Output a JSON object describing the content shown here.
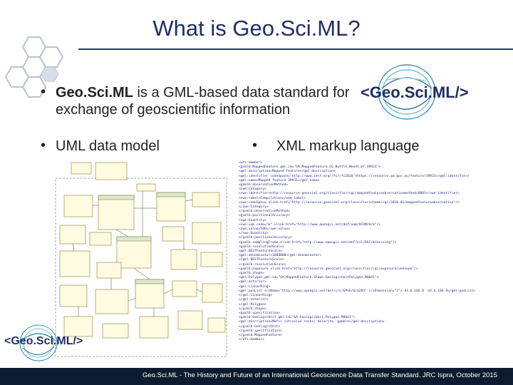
{
  "slide": {
    "title": "What is Geo.Sci.ML?",
    "bullet1_bold": "Geo.Sci.ML",
    "bullet1_rest": " is a GML-based data standard for",
    "bullet1_line2": "exchange of geoscientific information",
    "bullet2": "UML data model",
    "bullet3": "XML markup language",
    "bullet_symbol": "•"
  },
  "logos": {
    "top_right": "<Geo.Sci.ML/>",
    "bottom_left": "<Geo.Sci.ML/>"
  },
  "footer": {
    "text": "Geo.Sci.ML - The History and Future of an International Geoscience Data Transfer Standard. JRC Ispra, October 2015"
  },
  "colors": {
    "title": "#1f2f66",
    "rule": "#1f3a8a",
    "footer_bg": "#0c1b2e",
    "logo_swirl": "#3a9ab8"
  },
  "xml_sample": [
    "<wfs:member>",
    "  <gsmlb:MappedFeature gml:id=\"GA.MappedFeature.CE.Buttle.Wendt.mf.39931\">",
    "    <gml:description>Mapped feature</gml:description>",
    "    <gml:identifier codeSpace=\"http://www.ietf.org/rfc/rfc2616\">https://resource.ga.gov.au/feature/39931</gml:identifier>",
    "    <gml:name>Mapped feature 39931</gml:name>",
    "    <gsmlb:observationMethod>",
    "      <swe:Category>",
    "        <swe:identifier>http://resource.geosciml.org/classifier/cgi/mappedfeatureobservationmethod/0001</swe:identifier>",
    "        <swe:label>Compilation</swe:label>",
    "        <swe:codeSpace xlink:href=\"http://resource.geosciml.org/classifierscheme/cgi/2016.01/mappedfeatureobservation\"/>",
    "      </swe:Category>",
    "    </gsmlb:observationMethod>",
    "    <gsmlb:positionalAccuracy>",
    "      <swe:Quantity>",
    "        <swe:uom code=\"m\" xlink:href=\"http://www.opengis.net/def/uom/UCUM/0/m\"/>",
    "        <swe:value>500</swe:value>",
    "      </swe:Quantity>",
    "    </gsmlb:positionalAccuracy>",
    "    <gsmlb:samplingFrame xlink:href=\"http://www.opengis.net/def/nil/OGC/0/missing\"/>",
    "    <gsmlb:resolutionScale>",
    "      <gml:BESTFeatureScale>",
    "        <gml:denominator>1000000</gml:denominator>",
    "      </gml:BESTFeatureScale>",
    "    </gsmlb:resolutionScale>",
    "    <gsmlb:exposure xlink:href=\"http://resource.geosciml.org/classifier/cgi/exposure/unknown\"/>",
    "    <gsmlb:shape>",
    "      <gml:Polygon gml:id=\"GA.MappedFeature.Shape.GeologicUnitPolygon.M4041\">",
    "        <gml:exterior>",
    "          <gml:LinearRing>",
    "            <gml:posList srsName=\"http://www.opengis.net/def/crs/EPSG/0/4283\" srsDimension=\"2\">-43.6 146.8 -43.6 146.9</gml:posList>",
    "          </gml:LinearRing>",
    "        </gml:exterior>",
    "      </gml:Polygon>",
    "    </gsmlb:shape>",
    "    <gsmlb:specification>",
    "      <gsmlb:GeologicUnit gml:id=\"GA.GeologicUnit.Polygon.M4041\">",
    "        <gml:description>Mafic intrusive rocks; dolerite, gabbro</gml:description>",
    "      </gsmlb:GeologicUnit>",
    "    </gsmlb:specification>",
    "  </gsmlb:MappedFeature>",
    "</wfs:member>"
  ]
}
